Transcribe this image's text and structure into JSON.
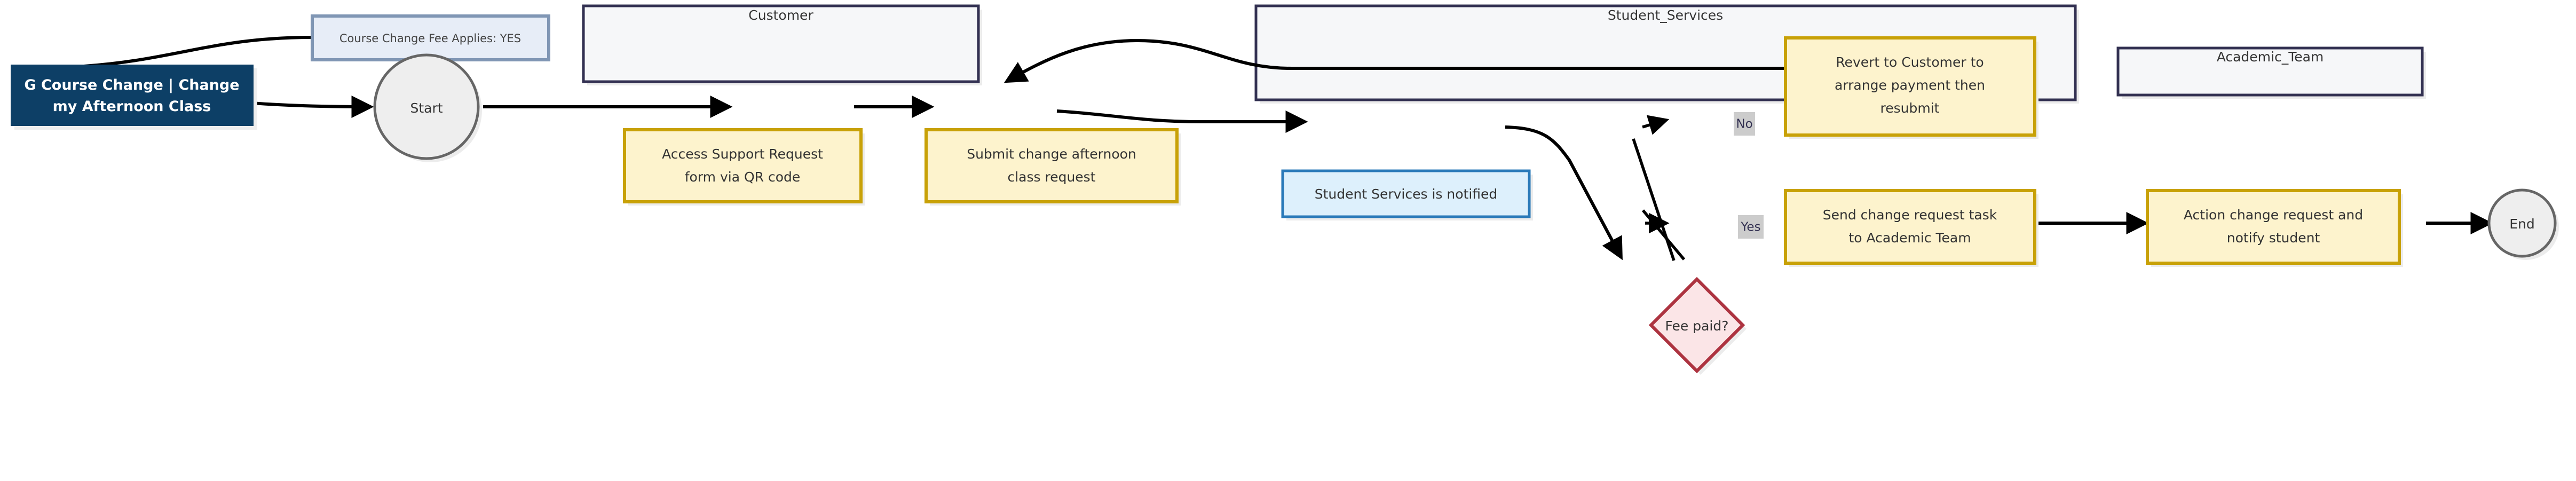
{
  "diagram": {
    "title_box": {
      "label": "G Course Change | Change my Afternoon Class",
      "line1": "G Course Change | Change",
      "line2": "my Afternoon Class",
      "fill": "#0d3f66",
      "text_color": "#ffffff"
    },
    "note": {
      "label": "Course Change Fee Applies: YES",
      "fill": "#e7edf7",
      "border": "#8096b4"
    },
    "start_event": {
      "label": "Start",
      "fill": "#eeeeee",
      "border": "#666666"
    },
    "end_event": {
      "label": "End",
      "fill": "#eeeeee",
      "border": "#666666"
    },
    "subgraphs": [
      {
        "id": "customer",
        "label": "Customer",
        "fill": "#f6f7f9",
        "border": "#333152"
      },
      {
        "id": "student_services",
        "label": "Student_Services",
        "fill": "#f6f7f9",
        "border": "#333152"
      },
      {
        "id": "academic_team",
        "label": "Academic_Team",
        "fill": "#f6f7f9",
        "border": "#333152"
      }
    ],
    "tasks": [
      {
        "id": "access-support-request",
        "lane": "Customer",
        "label": "Access Support Request form via QR code",
        "line1": "Access Support Request",
        "line2": "form via QR code",
        "fill": "#fdf3cd",
        "border": "#c8a107"
      },
      {
        "id": "submit-change-request",
        "lane": "Customer",
        "label": "Submit change afternoon class request",
        "line1": "Submit change afternoon",
        "line2": "class request",
        "fill": "#fdf3cd",
        "border": "#c8a107"
      },
      {
        "id": "revert-to-customer",
        "lane": "Student_Services",
        "label": "Revert to Customer to arrange payment then resubmit",
        "line1": "Revert to Customer to",
        "line2": "arrange payment then",
        "line3": "resubmit",
        "fill": "#fdf3cd",
        "border": "#c8a107"
      },
      {
        "id": "send-change-request-task",
        "lane": "Student_Services",
        "label": "Send change request task to Academic Team",
        "line1": "Send change request task",
        "line2": "to Academic Team",
        "fill": "#fdf3cd",
        "border": "#c8a107"
      },
      {
        "id": "action-change-request",
        "lane": "Academic_Team",
        "label": "Action change request and notify student",
        "line1": "Action change request and",
        "line2": "notify student",
        "fill": "#fdf3cd",
        "border": "#c8a107"
      }
    ],
    "message_node": {
      "id": "student-services-notified",
      "lane": "Student_Services",
      "label": "Student Services is notified",
      "fill": "#ddf0fc",
      "border": "#2a7ab9"
    },
    "decision": {
      "id": "fee-paid",
      "label": "Fee paid?",
      "fill": "#fbe5e7",
      "border": "#ad3340"
    },
    "edge_labels": [
      {
        "id": "no",
        "label": "No",
        "bg": "#cccccc"
      },
      {
        "id": "yes",
        "label": "Yes",
        "bg": "#cccccc"
      }
    ]
  }
}
